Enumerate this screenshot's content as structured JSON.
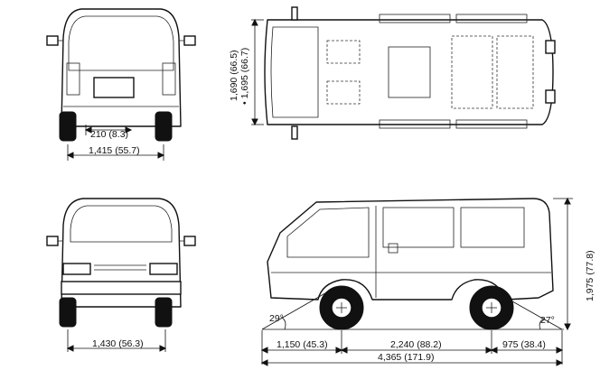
{
  "dimensions": {
    "rear_axle_offset": "210 (8.3)",
    "rear_track": "1,415 (55.7)",
    "front_track": "1,430 (56.3)",
    "width_a": "1,690 (66.5)",
    "width_b": "• 1,695 (66.7)",
    "height": "1,975 (77.8)",
    "front_overhang": "1,150 (45.3)",
    "wheelbase": "2,240 (88.2)",
    "rear_overhang": "975 (38.4)",
    "overall_length": "4,365 (171.9)",
    "approach_angle": "29°",
    "departure_angle": "27°"
  }
}
